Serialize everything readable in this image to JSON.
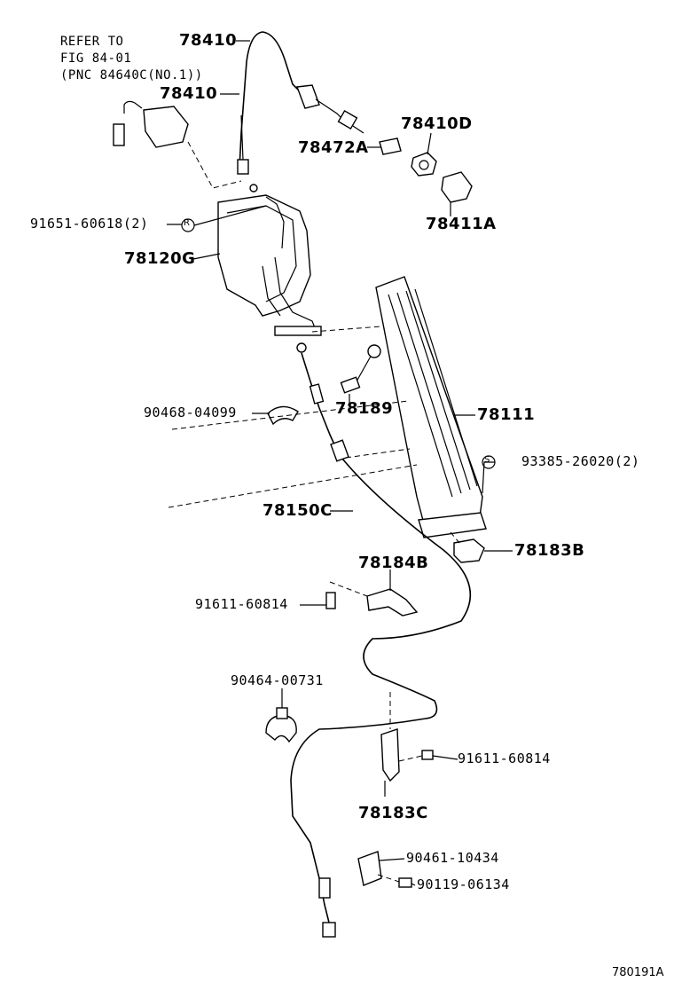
{
  "reference_note": {
    "line1": "REFER TO",
    "line2": "FIG 84-01",
    "line3": "(PNC 84640C(NO.1))"
  },
  "parts": {
    "p78410_top": "78410",
    "p78410_mid": "78410",
    "p78410D": "78410D",
    "p78472A": "78472A",
    "p78411A": "78411A",
    "p91651": "91651-60618(2)",
    "p78120G": "78120G",
    "p90468": "90468-04099",
    "p78189": "78189",
    "p78111": "78111",
    "p93385": "93385-26020(2)",
    "p78150C": "78150C",
    "p78183B": "78183B",
    "p78184B": "78184B",
    "p91611_a": "91611-60814",
    "p90464": "90464-00731",
    "p91611_b": "91611-60814",
    "p78183C": "78183C",
    "p90461": "90461-10434",
    "p90119": "90119-06134"
  },
  "circle_marks": {
    "r_mark": "R",
    "s_mark": "S"
  },
  "figure_code": "780191A"
}
